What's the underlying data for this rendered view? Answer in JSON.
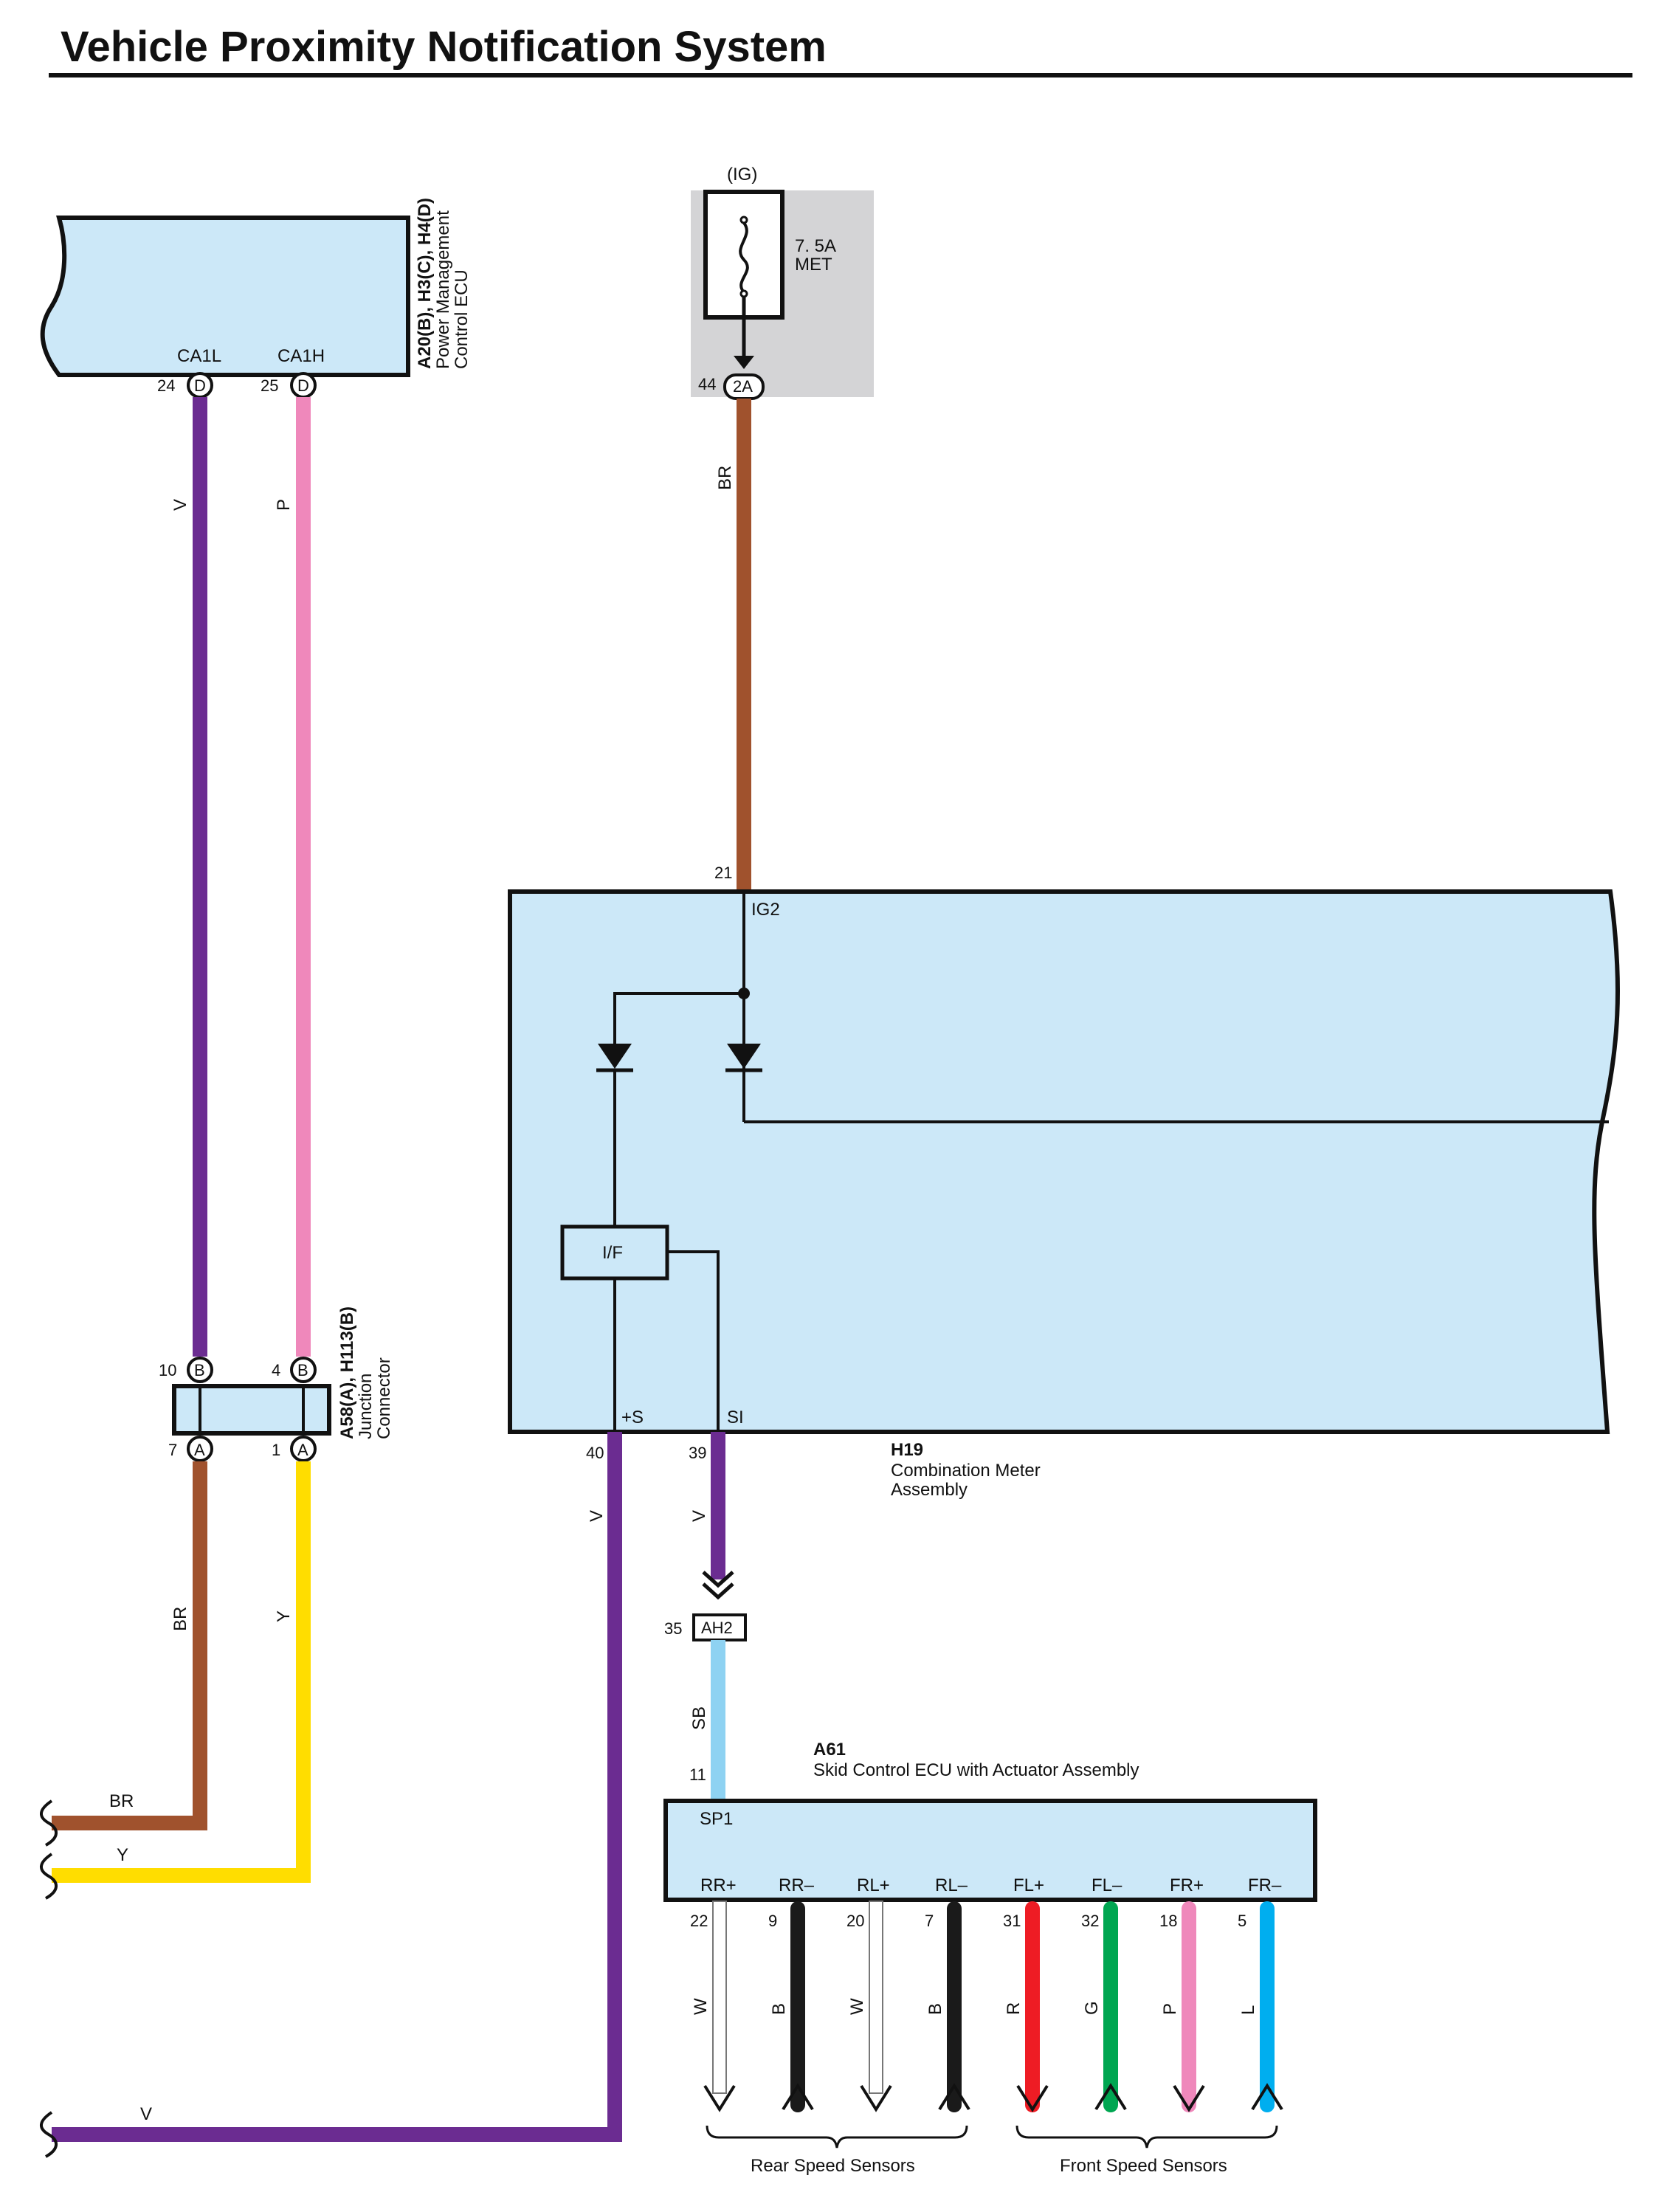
{
  "title": "Vehicle Proximity Notification System",
  "fuse": {
    "supply": "(IG)",
    "rating": "7. 5A",
    "name": "MET",
    "pin_num": "44",
    "pin_code": "2A"
  },
  "pm_ecu": {
    "ids": "A20(B), H3(C), H4(D)",
    "name_line1": "Power Management",
    "name_line2": "Control ECU",
    "terminals": [
      {
        "label": "CA1L",
        "pin": "24",
        "conn": "D"
      },
      {
        "label": "CA1H",
        "pin": "25",
        "conn": "D"
      }
    ]
  },
  "junction": {
    "ids": "A58(A), H113(B)",
    "name_line1": "Junction",
    "name_line2": "Connector",
    "pins_top": [
      {
        "pin": "10",
        "conn": "B"
      },
      {
        "pin": "4",
        "conn": "B"
      }
    ],
    "pins_bottom": [
      {
        "pin": "7",
        "conn": "A"
      },
      {
        "pin": "1",
        "conn": "A"
      }
    ]
  },
  "meter": {
    "id": "H19",
    "name_line1": "Combination Meter",
    "name_line2": "Assembly",
    "ig_pin": "21",
    "ig_label": "IG2",
    "if_label": "I/F",
    "s_label": "+S",
    "si_label": "SI",
    "s_pin": "40",
    "si_pin": "39"
  },
  "ah2": {
    "pin": "35",
    "code": "AH2"
  },
  "skid": {
    "id": "A61",
    "name": "Skid Control ECU with Actuator Assembly",
    "sp1_pin": "11",
    "sp1_label": "SP1",
    "terminals": [
      {
        "label": "RR+",
        "pin": "22",
        "wire": "W"
      },
      {
        "label": "RR–",
        "pin": "9",
        "wire": "B"
      },
      {
        "label": "RL+",
        "pin": "20",
        "wire": "W"
      },
      {
        "label": "RL–",
        "pin": "7",
        "wire": "B"
      },
      {
        "label": "FL+",
        "pin": "31",
        "wire": "R"
      },
      {
        "label": "FL–",
        "pin": "32",
        "wire": "G"
      },
      {
        "label": "FR+",
        "pin": "18",
        "wire": "P"
      },
      {
        "label": "FR–",
        "pin": "5",
        "wire": "L"
      }
    ],
    "rear_label": "Rear Speed Sensors",
    "front_label": "Front Speed Sensors"
  },
  "wire_labels": {
    "ca1l": "V",
    "ca1h": "P",
    "ig": "BR",
    "jc_left": "BR",
    "jc_right": "Y",
    "meter_s": "V",
    "meter_si": "V",
    "sb": "SB",
    "exit_br": "BR",
    "exit_y": "Y",
    "exit_v": "V"
  },
  "colors": {
    "ecu_fill": "#cce8f8",
    "purple": "#6b2c91",
    "pink": "#ef88bb",
    "brown": "#a0522d",
    "yellow": "#ffdd00",
    "sky": "#8ed2f2",
    "red": "#ee1c24",
    "green": "#00a651",
    "black": "#1a1a1a",
    "blue": "#00aeef",
    "fuse_bg": "#d4d4d6"
  }
}
